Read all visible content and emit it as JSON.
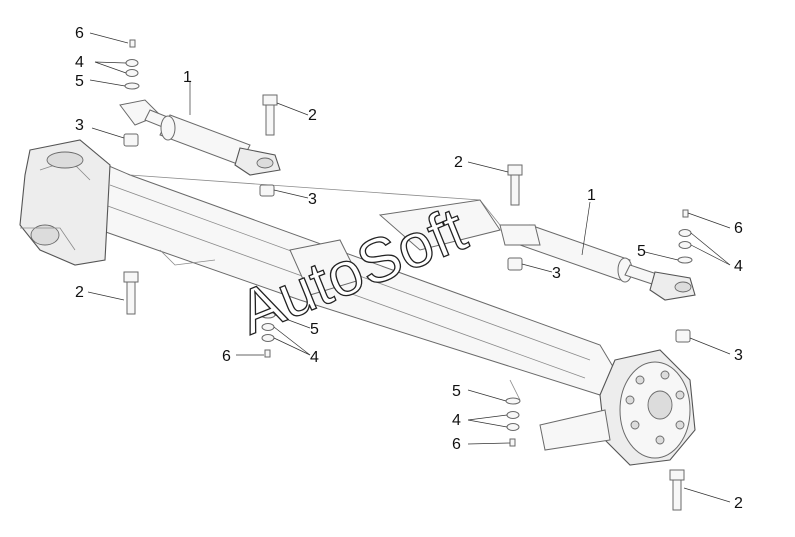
{
  "callouts": {
    "c1a": "1",
    "c1b": "1",
    "c2a": "2",
    "c2b": "2",
    "c2c": "2",
    "c2d": "2",
    "c3a": "3",
    "c3b": "3",
    "c3c": "3",
    "c3d": "3",
    "c4a": "4",
    "c4b": "4",
    "c4c": "4",
    "c4d": "4",
    "c5a": "5",
    "c5b": "5",
    "c5c": "5",
    "c5d": "5",
    "c6a": "6",
    "c6b": "6",
    "c6c": "6",
    "c6d": "6"
  },
  "watermark": "AutoSoft",
  "colors": {
    "line": "#6a6a6a",
    "text": "#111111",
    "background": "#ffffff"
  }
}
